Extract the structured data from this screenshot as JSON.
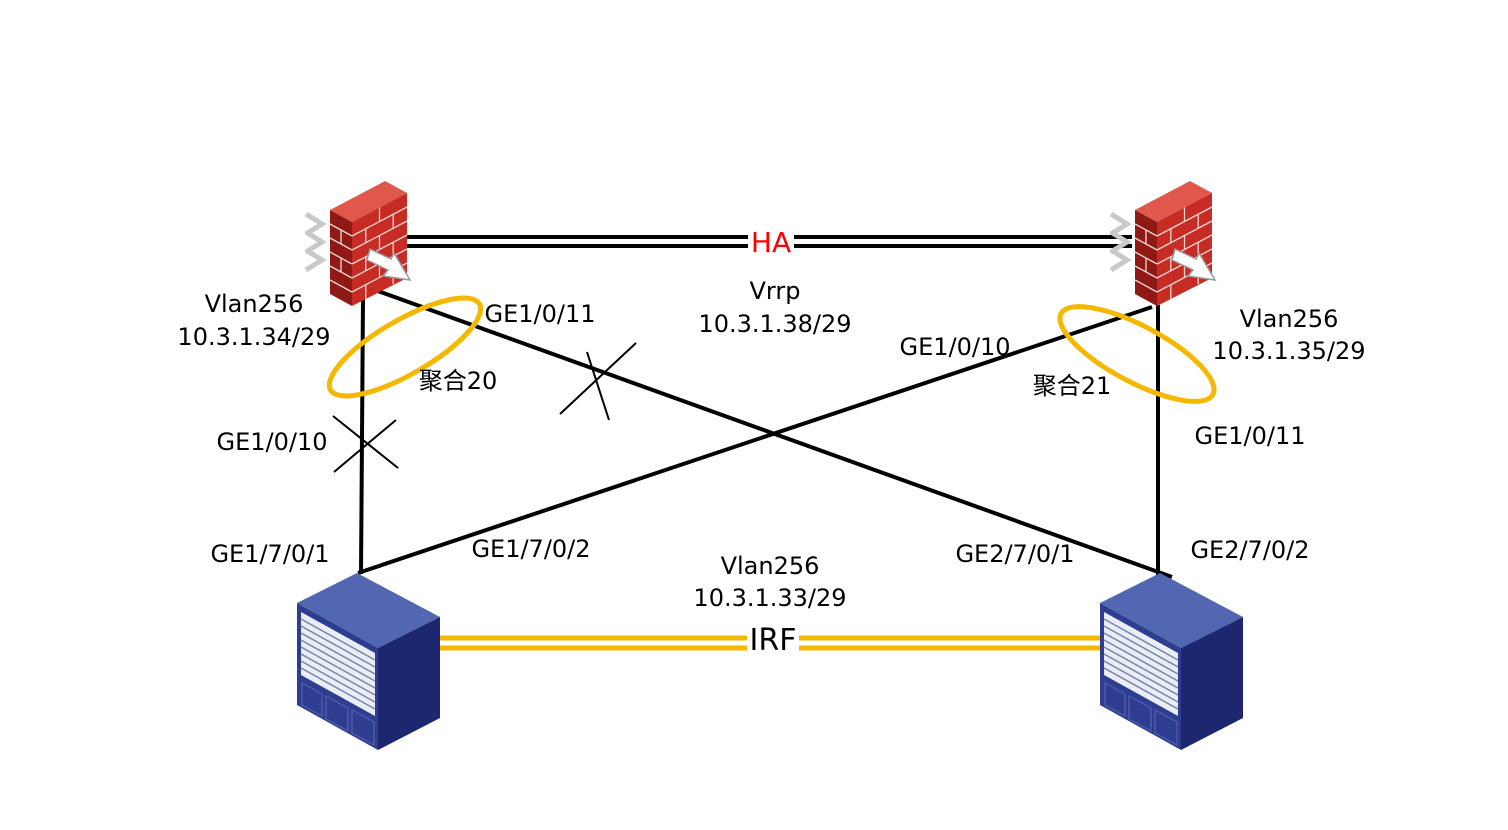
{
  "ha_link": {
    "label": "HA"
  },
  "irf_link": {
    "label": "IRF"
  },
  "vrrp": {
    "label": "Vrrp",
    "address": "10.3.1.38/29"
  },
  "firewall_left": {
    "vlan": "Vlan256",
    "address": "10.3.1.34/29",
    "port_cross": "GE1/0/11",
    "port_vertical": "GE1/0/10",
    "aggregation": "聚合20"
  },
  "firewall_right": {
    "vlan": "Vlan256",
    "address": "10.3.1.35/29",
    "port_cross": "GE1/0/10",
    "port_vertical": "GE1/0/11",
    "aggregation": "聚合21"
  },
  "switch_irf": {
    "vlan": "Vlan256",
    "address": "10.3.1.33/29",
    "ports": [
      "GE1/7/0/1",
      "GE1/7/0/2",
      "GE2/7/0/1",
      "GE2/7/0/2"
    ]
  },
  "icons": {
    "firewall": "firewall-icon",
    "switch": "switch-icon",
    "link_down": "cross-mark-icon"
  },
  "colors": {
    "ha_label": "#ff0000",
    "aggregation_ring": "#f5b800",
    "irf_link": "#f5b800",
    "firewall": "#c62b24",
    "switch": "#2e3d8f"
  }
}
